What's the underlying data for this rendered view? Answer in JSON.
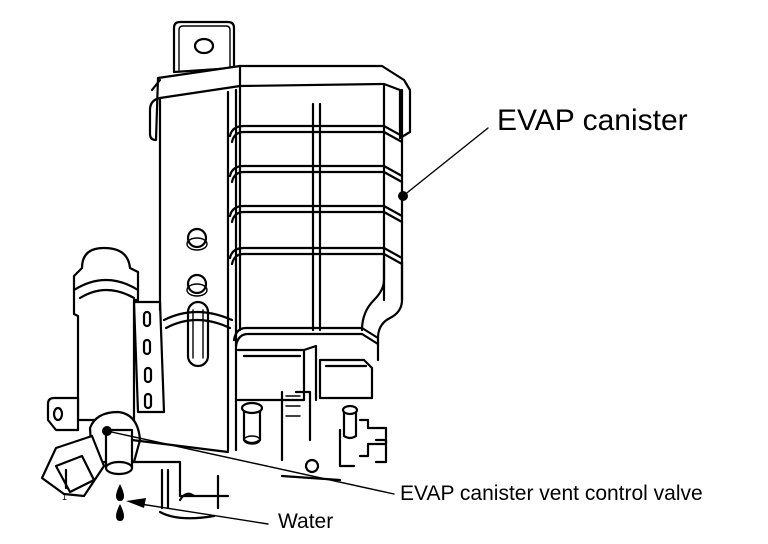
{
  "figure": {
    "type": "component-location-illustration",
    "subject": "EVAP canister assembly",
    "callouts": [
      {
        "id": "canister",
        "label": "EVAP canister"
      },
      {
        "id": "vent_valve",
        "label": "EVAP canister vent control valve"
      },
      {
        "id": "water",
        "label": "Water"
      }
    ],
    "connector_pin_label": "1",
    "line_color": "#000000",
    "background_color": "#ffffff"
  }
}
